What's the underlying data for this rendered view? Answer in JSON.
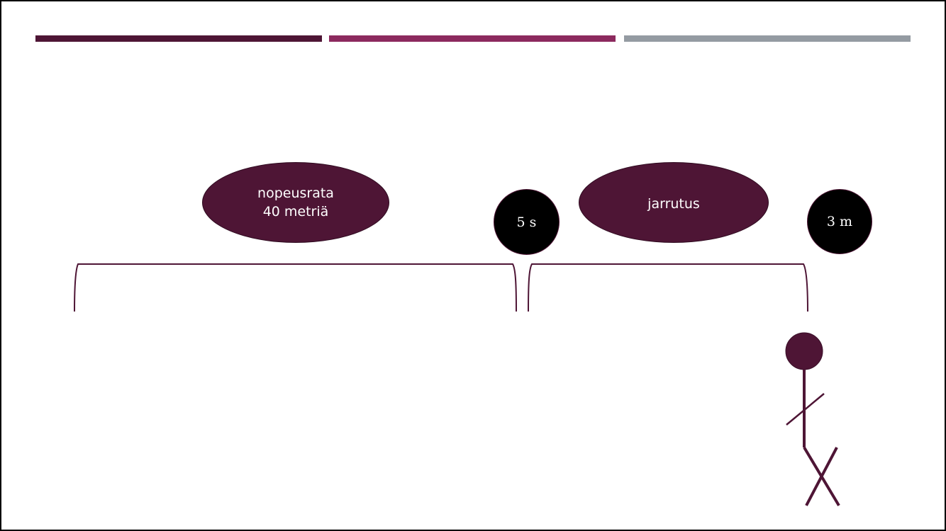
{
  "colors": {
    "dark": "#4e1535",
    "magenta": "#8c2a5e",
    "gray": "#949ba2",
    "black": "#000000"
  },
  "labels": {
    "speed_track": "nopeusrata\n40 metriä",
    "time": "5 s",
    "braking": "jarrutus",
    "distance": "3 m"
  }
}
